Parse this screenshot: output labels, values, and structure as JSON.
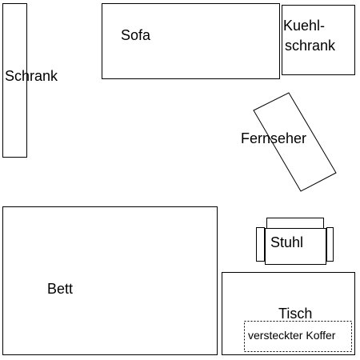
{
  "furniture": {
    "schrank": "Schrank",
    "sofa": "Sofa",
    "kuehlschrank_line1": "Kuehl-",
    "kuehlschrank_line2": "schrank",
    "fernseher": "Fernseher",
    "bett": "Bett",
    "stuhl": "Stuhl",
    "tisch": "Tisch",
    "koffer": "versteckter Koffer"
  },
  "colors": {
    "stroke": "#000000",
    "background": "#ffffff"
  }
}
